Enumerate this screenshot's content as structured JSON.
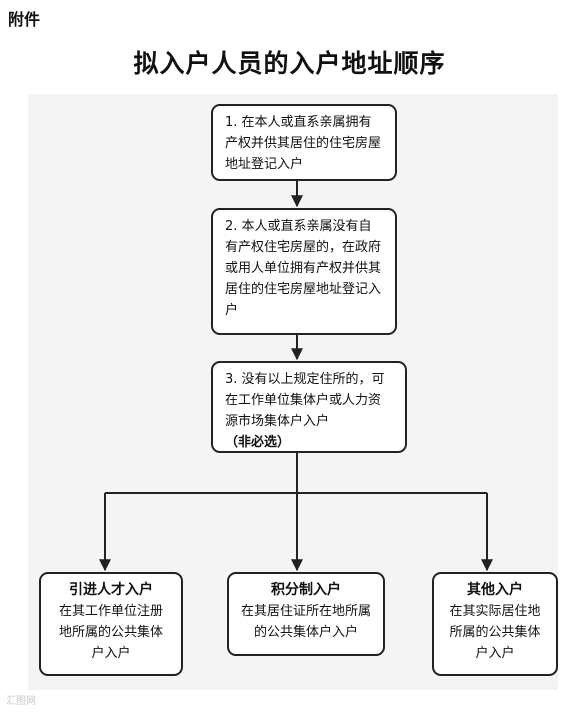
{
  "header": {
    "attachment_label": "附件",
    "title": "拟入户人员的入户地址顺序"
  },
  "steps": [
    {
      "text": "1. 在本人或直系亲属拥有产权并供其居住的住宅房屋地址登记入户"
    },
    {
      "text": "2. 本人或直系亲属没有自有产权住宅房屋的，在政府或用人单位拥有产权并供其居住的住宅房屋地址登记入户"
    },
    {
      "text": "3. 没有以上规定住所的，可在工作单位集体户或人力资源市场集体户入户",
      "emphasis": "（非必选）"
    }
  ],
  "branches": [
    {
      "title": "引进人才入户",
      "body": "在其工作单位注册地所属的公共集体户入户"
    },
    {
      "title": "积分制入户",
      "body": "在其居住证所在地所属的公共集体户入户"
    },
    {
      "title": "其他入户",
      "body": "在其实际居住地所属的公共集体户入户"
    }
  ],
  "watermark": "汇图网"
}
